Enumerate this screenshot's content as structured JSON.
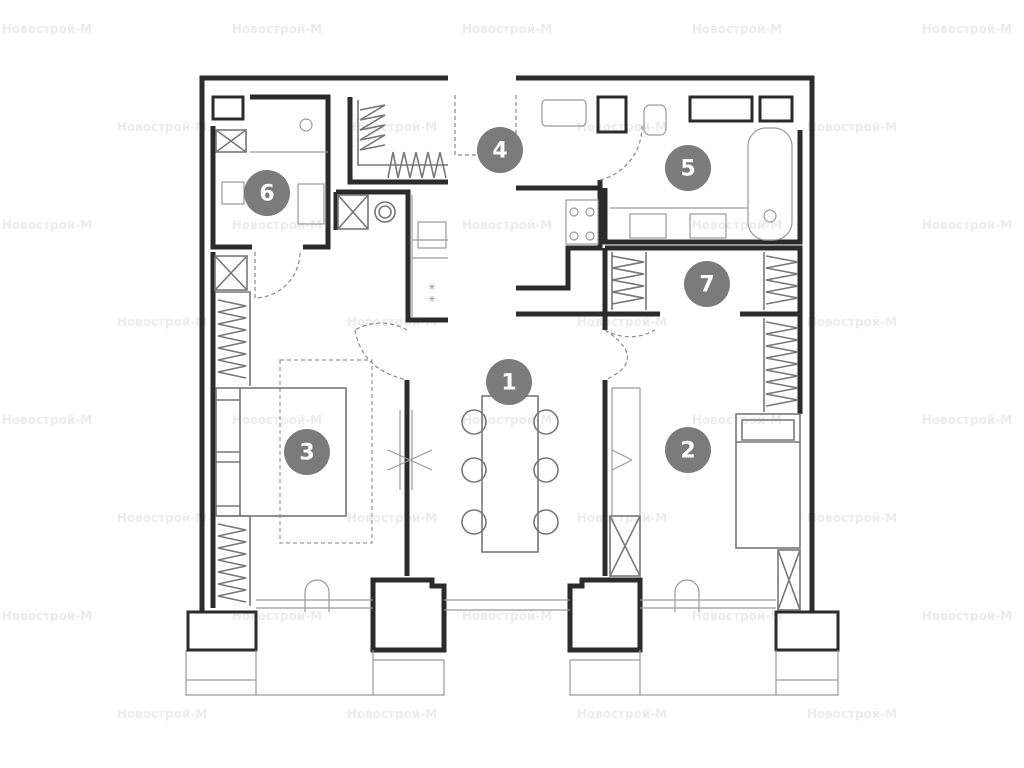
{
  "watermark": "Новострой-М",
  "rooms": [
    {
      "number": "1"
    },
    {
      "number": "2"
    },
    {
      "number": "3"
    },
    {
      "number": "4"
    },
    {
      "number": "5"
    },
    {
      "number": "6"
    },
    {
      "number": "7"
    }
  ],
  "colors": {
    "wall": "#2b2b2b",
    "badge": "#7b7b7b",
    "watermark": "#ececec"
  }
}
